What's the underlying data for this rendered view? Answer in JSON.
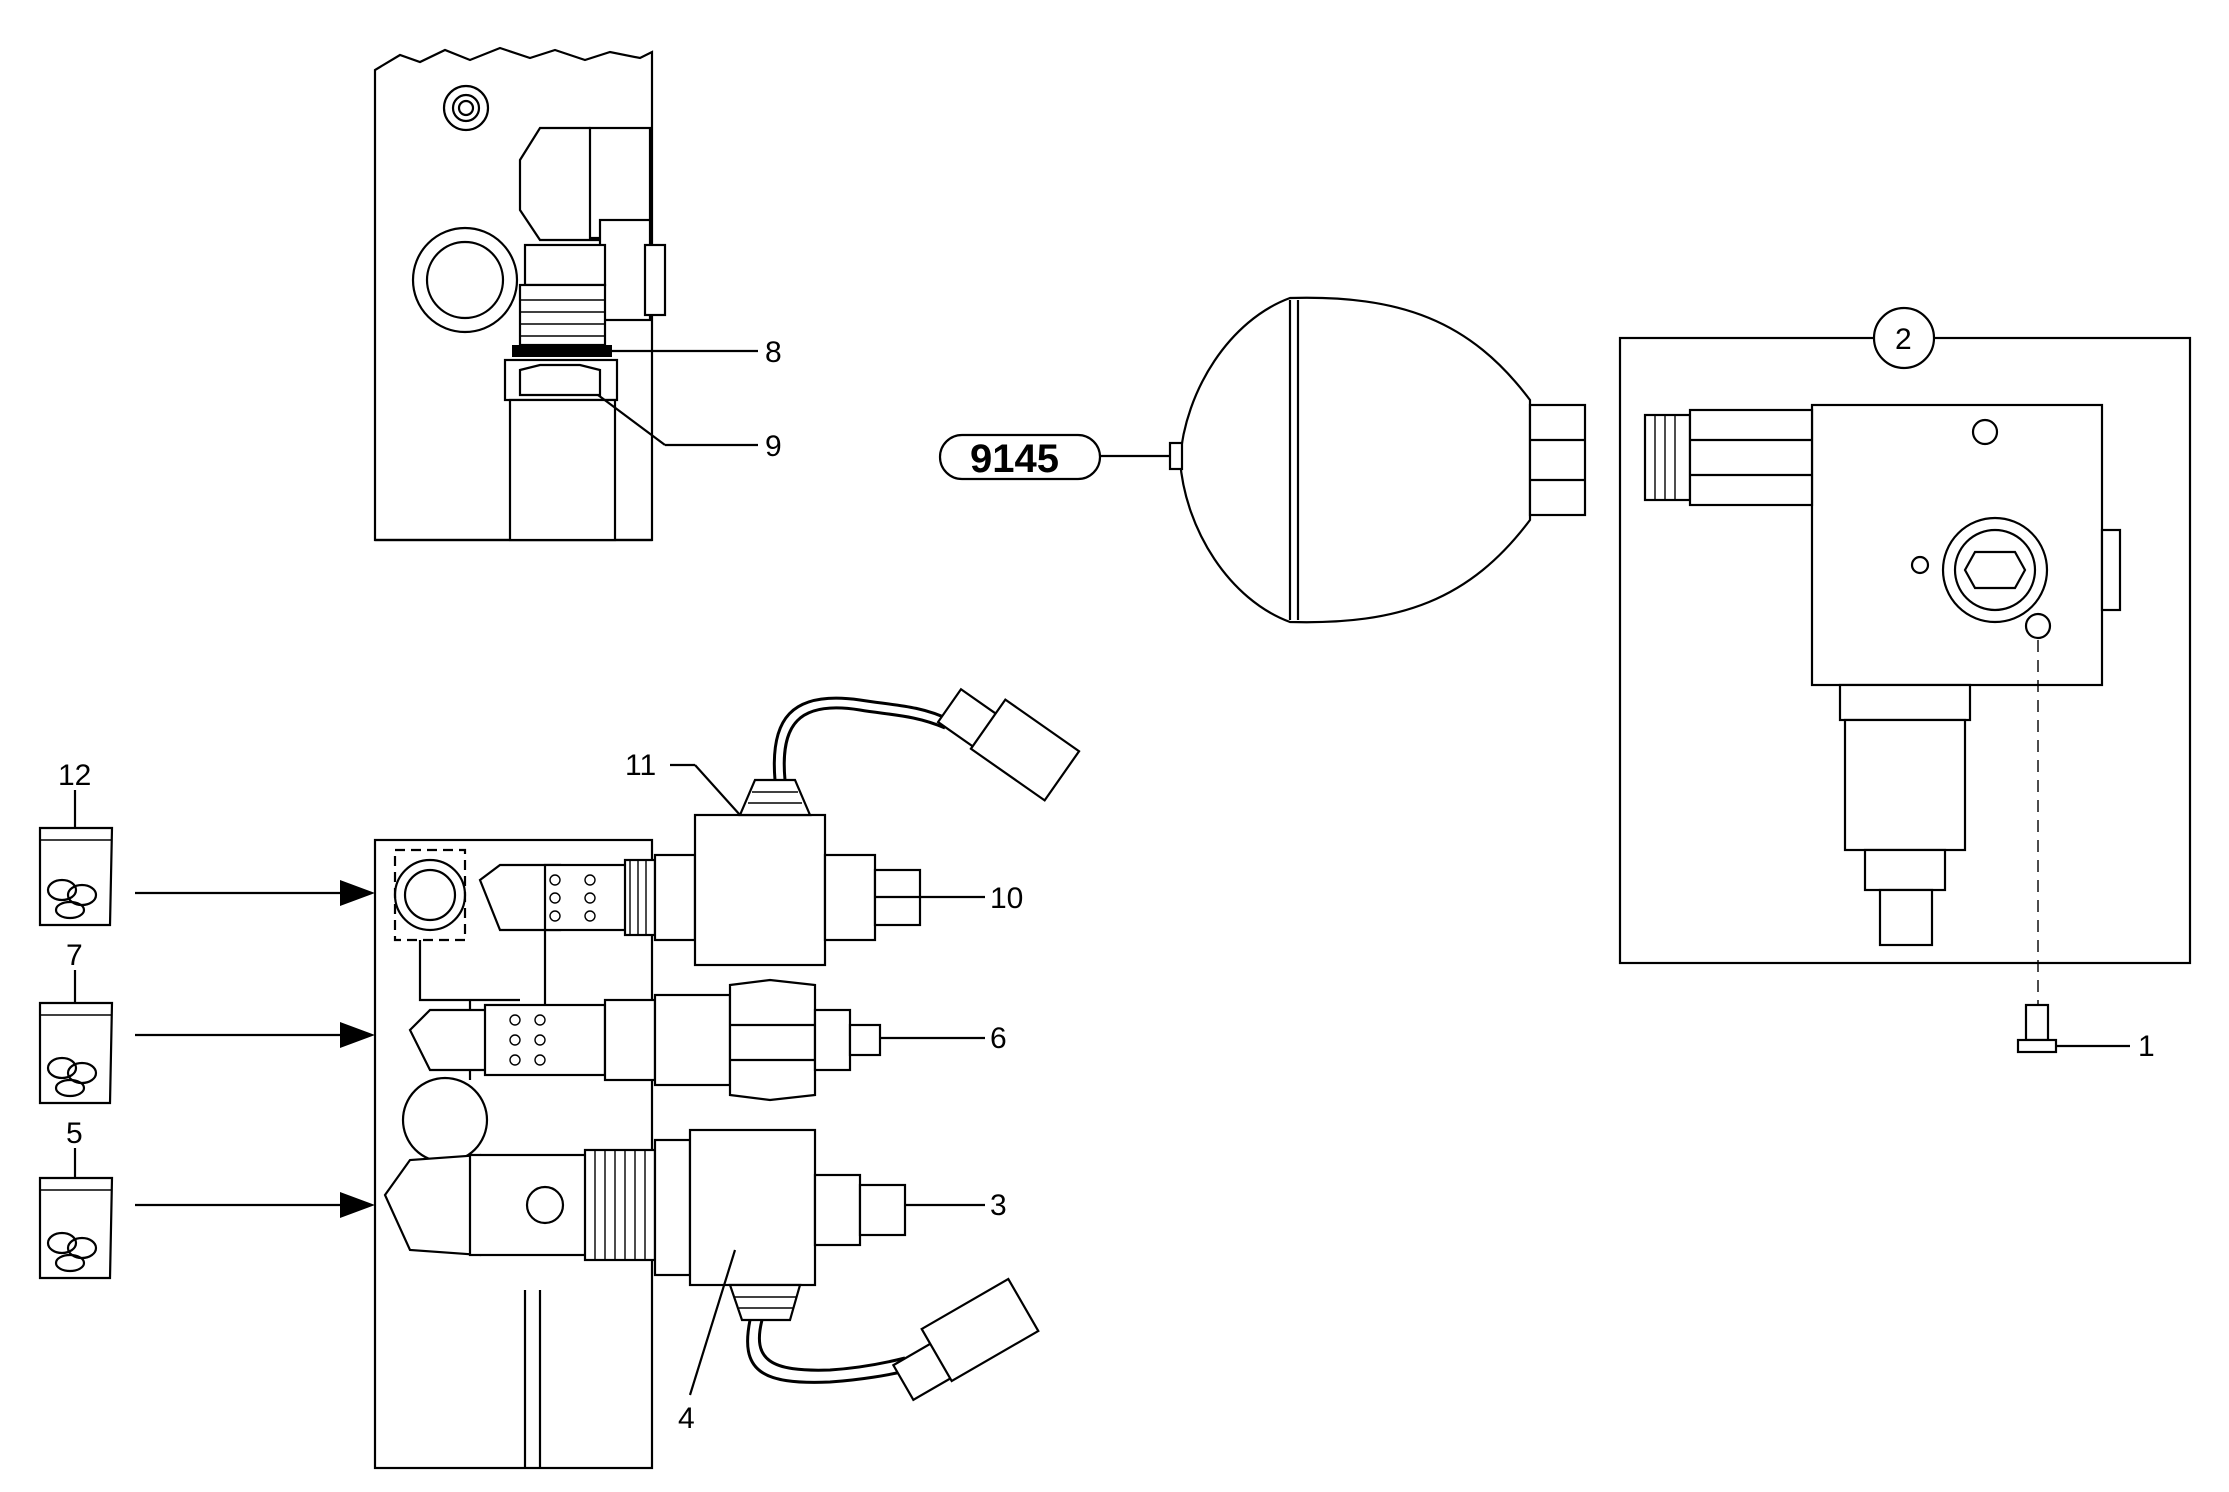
{
  "callouts": {
    "c1": "1",
    "c2": "2",
    "c3": "3",
    "c4": "4",
    "c5": "5",
    "c6": "6",
    "c7": "7",
    "c8": "8",
    "c9": "9",
    "c10": "10",
    "c11": "11",
    "c12": "12"
  },
  "reference_tag": "9145"
}
